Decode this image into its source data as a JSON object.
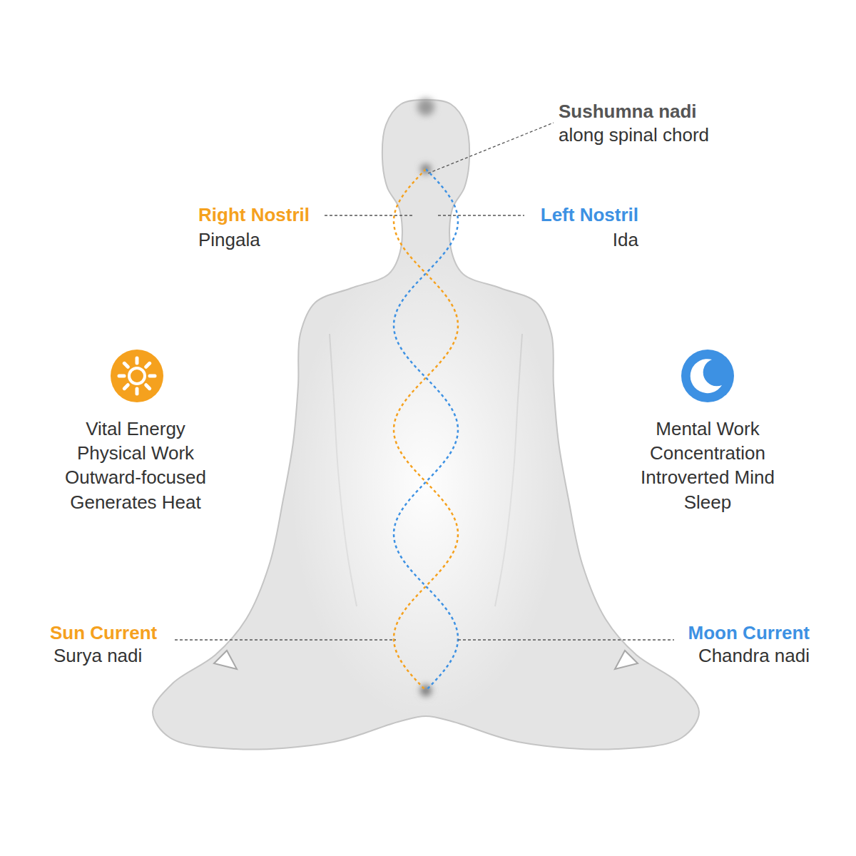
{
  "diagram": {
    "labels": [
      "Sushumna nadi",
      "along spinal chord",
      "Right Nostril",
      "Pingala",
      "Left Nostril",
      "Ida",
      "Vital Energy",
      "Physical Work",
      "Outward-focused",
      "Generates Heat",
      "Mental Work",
      "Concentration",
      "Introverted Mind",
      "Sleep",
      "Sun Current",
      "Surya nadi",
      "Moon Current",
      "Chandra nadi"
    ]
  }
}
